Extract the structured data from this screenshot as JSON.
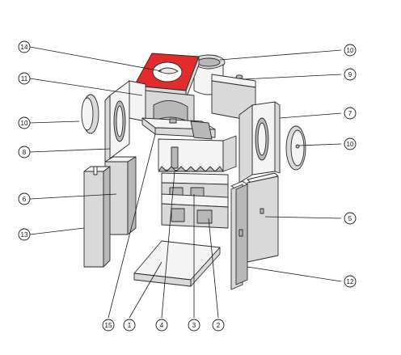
{
  "callouts": [
    {
      "id": "14",
      "label": "14"
    },
    {
      "id": "11",
      "label": "11"
    },
    {
      "id": "10a",
      "label": "10"
    },
    {
      "id": "8",
      "label": "8"
    },
    {
      "id": "6",
      "label": "6"
    },
    {
      "id": "13",
      "label": "13"
    },
    {
      "id": "10b",
      "label": "10"
    },
    {
      "id": "9",
      "label": "9"
    },
    {
      "id": "7",
      "label": "7"
    },
    {
      "id": "10c",
      "label": "10"
    },
    {
      "id": "5",
      "label": "5"
    },
    {
      "id": "12",
      "label": "12"
    },
    {
      "id": "15",
      "label": "15"
    },
    {
      "id": "1",
      "label": "1"
    },
    {
      "id": "4",
      "label": "4"
    },
    {
      "id": "3",
      "label": "3"
    },
    {
      "id": "2",
      "label": "2"
    }
  ],
  "colors": {
    "highlight": "#e32b2b",
    "line": "#1a1a1a"
  }
}
